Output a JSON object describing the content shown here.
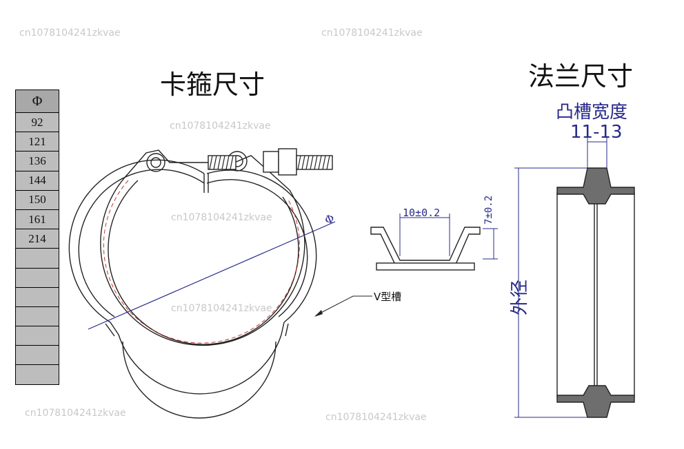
{
  "watermarks": [
    {
      "text": "cn1078104241zkvae"
    },
    {
      "text": "cn1078104241zkvae"
    },
    {
      "text": "cn1078104241zkvae"
    },
    {
      "text": "cn1078104241zkvae"
    },
    {
      "text": "cn1078104241zkvae"
    },
    {
      "text": "cn1078104241zkvae"
    },
    {
      "text": "cn1078104241zkvae"
    }
  ],
  "clamp": {
    "title": "卡箍尺寸",
    "diameter_symbol": "Φ",
    "groove_label": "V型槽",
    "profile_width": "10±0.2",
    "profile_height": "7±0.2"
  },
  "flange": {
    "title": "法兰尺寸",
    "boss_width_label": "凸槽宽度",
    "boss_width_value": "11-13",
    "outer_diameter_label": "外径"
  },
  "size_table": {
    "header": "Φ",
    "sizes": [
      "92",
      "121",
      "136",
      "144",
      "150",
      "161",
      "214",
      "",
      "",
      "",
      "",
      "",
      "",
      "",
      ""
    ]
  },
  "colors": {
    "dimension_blue": "#27288a",
    "hidden_line_red": "#c0392b",
    "table_fill": "#bdbdbd",
    "flange_fill": "#6e6e6e"
  }
}
